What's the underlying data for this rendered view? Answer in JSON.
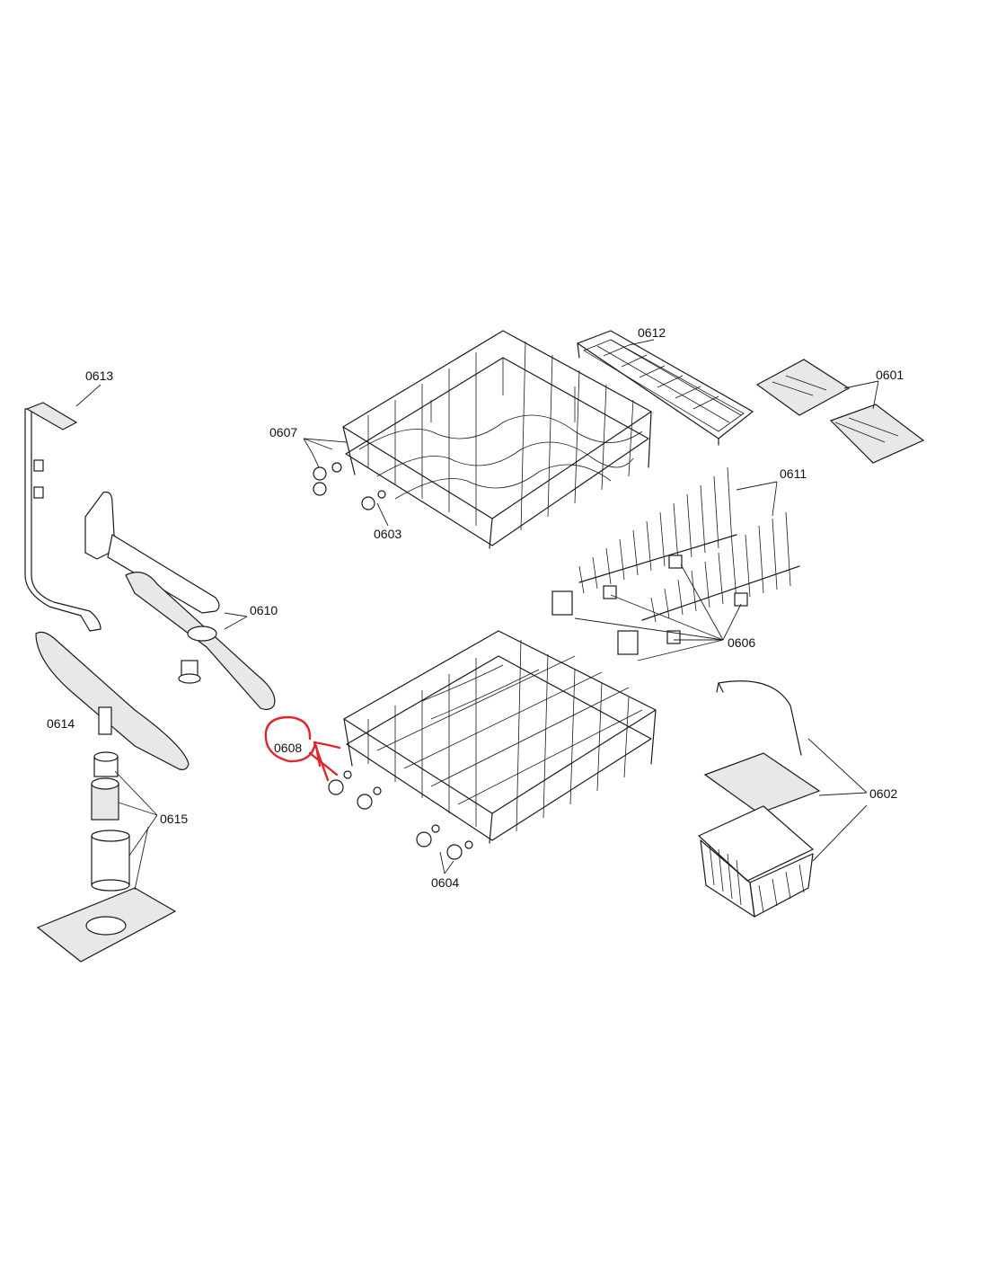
{
  "parts": {
    "p0601": "0601",
    "p0602": "0602",
    "p0603": "0603",
    "p0604": "0604",
    "p0606": "0606",
    "p0607": "0607",
    "p0608": "0608",
    "p0610": "0610",
    "p0611": "0611",
    "p0612": "0612",
    "p0613": "0613",
    "p0614": "0614",
    "p0615": "0615"
  },
  "highlight": {
    "part": "0608",
    "color": "#e0262c"
  }
}
